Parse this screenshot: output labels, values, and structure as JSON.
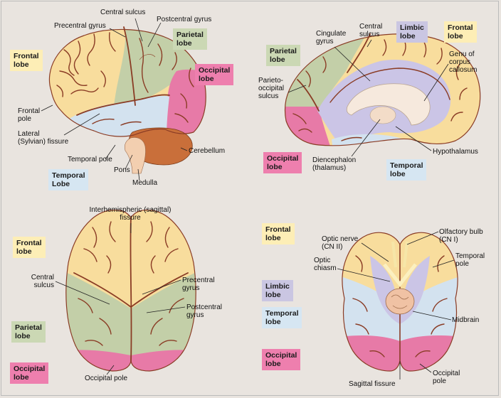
{
  "colors": {
    "frontal": "#fdeeb6",
    "parietal": "#cbd8b4",
    "occipital": "#ee7fae",
    "temporal": "#d6e6f2",
    "limbic": "#cac6e2",
    "frontal_brain": "#f8dd9d",
    "parietal_brain": "#c3cfa8",
    "occipital_brain": "#e77aa7",
    "temporal_brain": "#d3e2ef",
    "limbic_brain": "#cbc5e6",
    "cerebellum": "#c96f3a",
    "brainstem": "#f3cfb0",
    "sulcus": "#8a3c25",
    "background": "#e9e4df"
  },
  "panels": {
    "lateral": {
      "lobes": {
        "frontal": "Frontal\nlobe",
        "parietal": "Parietal\nlobe",
        "occipital": "Occipital\nlobe",
        "temporal": "Temporal\nLobe"
      },
      "labels": {
        "central_sulcus": "Central sulcus",
        "postcentral_gyrus": "Postcentral gyrus",
        "precentral_gyrus": "Precentral gyrus",
        "frontal_pole": "Frontal\npole",
        "lateral_fissure": "Lateral\n(Sylvian) fissure",
        "temporal_pole": "Temporal pole",
        "pons": "Pons",
        "cerebellum": "Cerebellum",
        "medulla": "Medulla"
      }
    },
    "medial": {
      "lobes": {
        "parietal": "Parietal\nlobe",
        "limbic": "Limbic\nlobe",
        "frontal": "Frontal\nlobe",
        "occipital": "Occipital\nlobe",
        "temporal": "Temporal\nlobe"
      },
      "labels": {
        "cingulate_gyrus": "Cingulate\ngyrus",
        "central_sulcus": "Central\nsulcus",
        "genu_corpus_callosum": "Genu of\ncorpus\ncallosum",
        "parieto_occipital_sulcus": "Parieto-\noccipital\nsulcus",
        "hypothalamus": "Hypothalamus",
        "diencephalon": "Diencephalon\n(thalamus)"
      }
    },
    "superior": {
      "lobes": {
        "frontal": "Frontal\nlobe",
        "parietal": "Parietal\nlobe",
        "occipital": "Occipital\nlobe"
      },
      "labels": {
        "interhemispheric_fissure": "Interhemispheric (sagittal)\nfissure",
        "central_sulcus": "Central\nsulcus",
        "precentral_gyrus": "Precentral\ngyrus",
        "postcentral_gyrus": "Postcentral\ngyrus",
        "occipital_pole": "Occipital pole"
      }
    },
    "inferior": {
      "lobes": {
        "frontal": "Frontal\nlobe",
        "limbic": "Limbic\nlobe",
        "temporal": "Temporal\nlobe",
        "occipital": "Occipital\nlobe"
      },
      "labels": {
        "optic_nerve": "Optic nerve\n(CN II)",
        "olfactory_bulb": "Olfactory bulb\n(CN I)",
        "optic_chiasm": "Optic\nchiasm",
        "temporal_pole": "Temporal\npole",
        "midbrain": "Midbrain",
        "sagittal_fissure": "Sagittal fissure",
        "occipital_pole": "Occipital\npole"
      }
    }
  }
}
